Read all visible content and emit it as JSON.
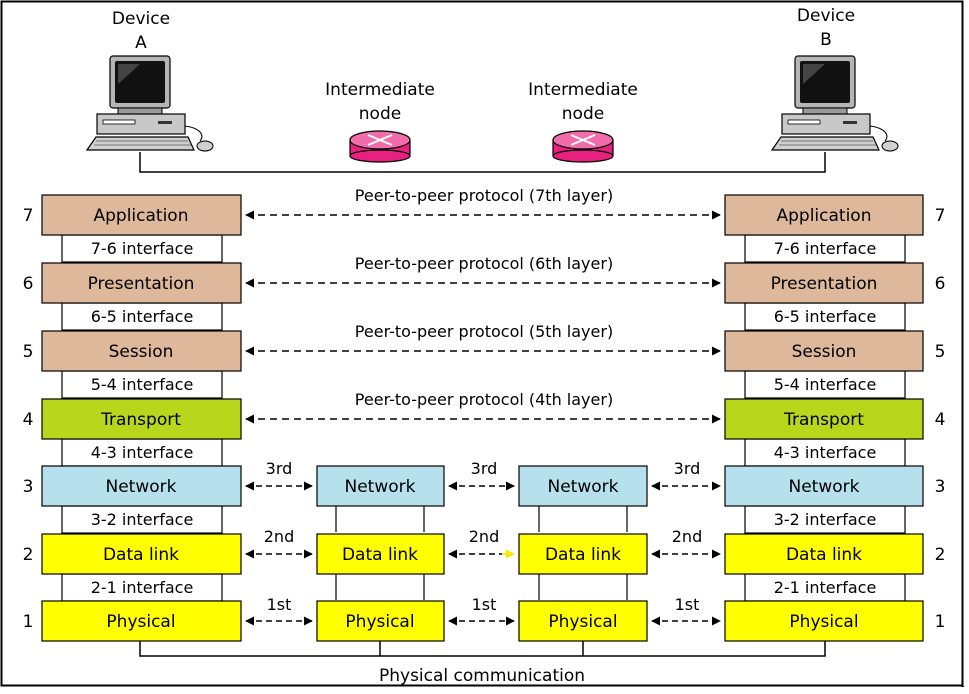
{
  "devices": {
    "a": {
      "line1": "Device",
      "line2": "A"
    },
    "b": {
      "line1": "Device",
      "line2": "B"
    }
  },
  "nodes": [
    {
      "line1": "Intermediate",
      "line2": "node"
    },
    {
      "line1": "Intermediate",
      "line2": "node"
    }
  ],
  "layers": [
    {
      "number": "7",
      "name": "Application",
      "color": "#DDB89B",
      "peer": "Peer-to-peer protocol (7th layer)"
    },
    {
      "number": "6",
      "name": "Presentation",
      "color": "#DDB89B",
      "peer": "Peer-to-peer protocol (6th layer)"
    },
    {
      "number": "5",
      "name": "Session",
      "color": "#DDB89B",
      "peer": "Peer-to-peer protocol (5th layer)"
    },
    {
      "number": "4",
      "name": "Transport",
      "color": "#B8D71C",
      "peer": "Peer-to-peer protocol (4th layer)"
    },
    {
      "number": "3",
      "name": "Network",
      "color": "#B5E0EC",
      "hop": "3rd"
    },
    {
      "number": "2",
      "name": "Data link",
      "color": "#FFFF00",
      "hop": "2nd"
    },
    {
      "number": "1",
      "name": "Physical",
      "color": "#FFFF00",
      "hop": "1st"
    }
  ],
  "interfaces": [
    "7-6 interface",
    "6-5 interface",
    "5-4 interface",
    "4-3 interface",
    "3-2 interface",
    "2-1 interface"
  ],
  "bottom_label": "Physical communication",
  "corner_mark": "1",
  "colors": {
    "router": "#E8207F",
    "highlight_arrow": "#FFE600"
  }
}
